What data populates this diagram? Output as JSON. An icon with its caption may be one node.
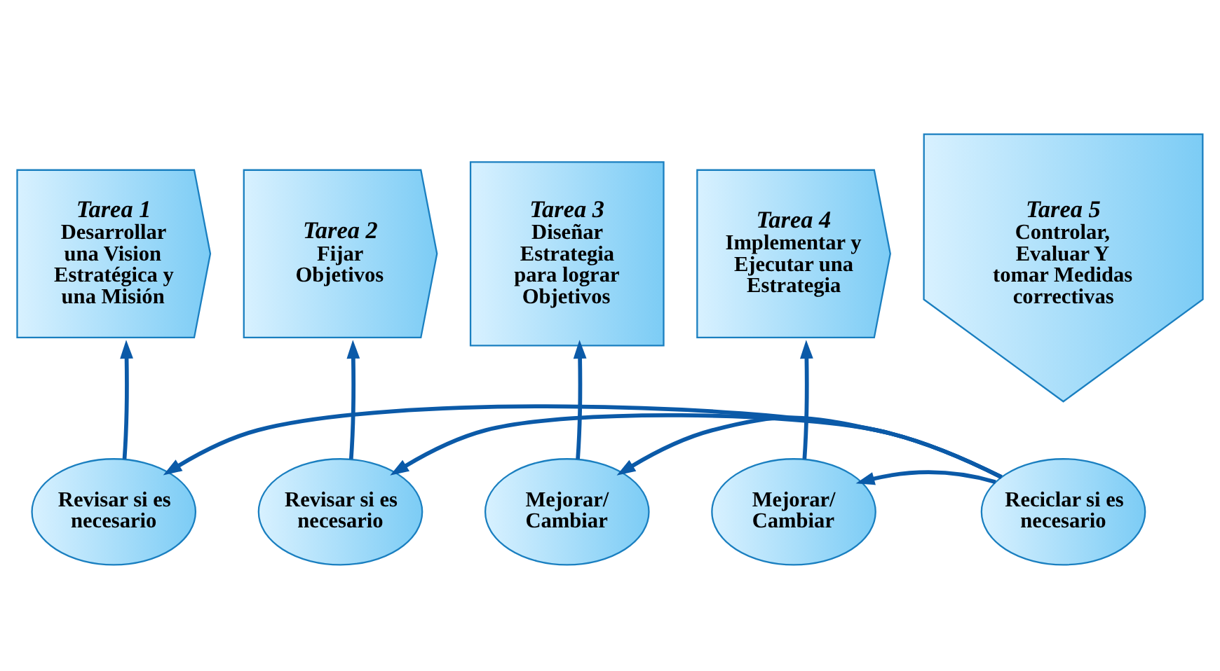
{
  "diagram": {
    "nodes": [
      {
        "text": [
          "Tarea 1",
          "Desarrollar una Vision Estratégica y una Misión"
        ]
      },
      {
        "text": [
          "Tarea 2",
          "Fijar Objetivos"
        ]
      },
      {
        "text": [
          "Tarea 3",
          "Diseñar Estrategia para lograr Objetivos"
        ]
      },
      {
        "text": [
          "Tarea 4",
          "Implementar y Ejecutar una Estrategia"
        ]
      },
      {
        "text": [
          "Tarea 5",
          "Controlar, Evaluar Y tomar Medidas correctivas"
        ]
      },
      {
        "text": [
          "Revisar si es necesario"
        ]
      },
      {
        "text": [
          "Revisar si es necesario"
        ]
      },
      {
        "text": [
          "Mejorar/ Cambiar"
        ]
      },
      {
        "text": [
          "Mejorar/ Cambiar"
        ]
      },
      {
        "text": [
          "Reciclar si es necesario"
        ]
      }
    ],
    "edges": [
      {
        "from": 5,
        "to": 0,
        "arrow": "to"
      },
      {
        "from": 6,
        "to": 1,
        "arrow": "to"
      },
      {
        "from": 7,
        "to": 2,
        "arrow": "to"
      },
      {
        "from": 8,
        "to": 3,
        "arrow": "to"
      },
      {
        "from": 9,
        "to": 5,
        "arrow": "to"
      },
      {
        "from": 9,
        "to": 6,
        "arrow": "to"
      },
      {
        "from": 9,
        "to": 7,
        "arrow": "to"
      },
      {
        "from": 9,
        "to": 8,
        "arrow": "to"
      }
    ]
  }
}
